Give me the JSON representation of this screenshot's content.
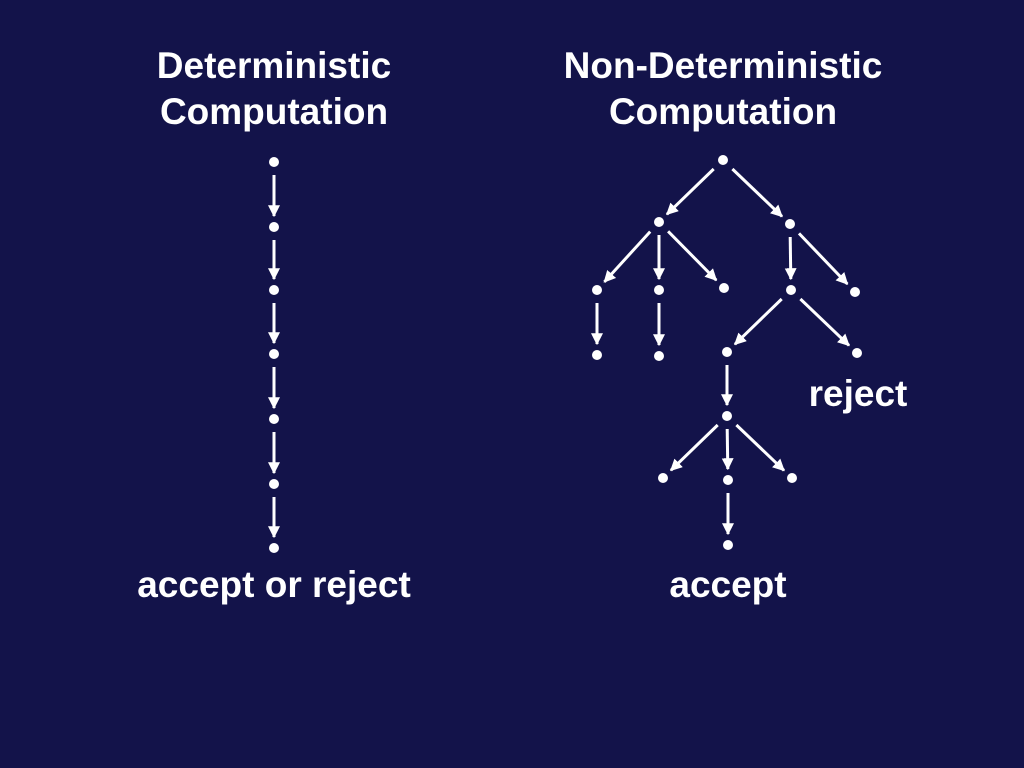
{
  "colors": {
    "background": "#13134a",
    "foreground": "#ffffff"
  },
  "deterministic": {
    "title_line1": "Deterministic",
    "title_line2": "Computation",
    "outcome": "accept or reject"
  },
  "nondeterministic": {
    "title_line1": "Non-Deterministic",
    "title_line2": "Computation",
    "outcome_reject": "reject",
    "outcome_accept": "accept"
  }
}
